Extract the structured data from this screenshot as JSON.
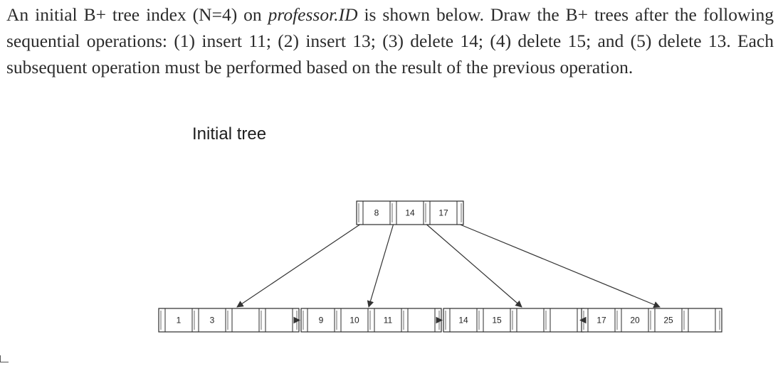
{
  "question": {
    "part1": "An initial B+ tree index (N=4) on ",
    "emph": "professor.ID",
    "part2": " is shown below. Draw the B+ trees after the following sequential operations: (1) insert 11; (2) insert 13; (3) delete 14; (4) delete 15; and (5) delete 13. Each subsequent operation must be performed based on the result of the previous operation."
  },
  "caption": "Initial tree",
  "tree": {
    "root": {
      "keys": [
        "8",
        "14",
        "17"
      ]
    },
    "leaves": [
      {
        "keys": [
          "1",
          "3",
          "",
          ""
        ]
      },
      {
        "keys": [
          "9",
          "10",
          "11",
          ""
        ]
      },
      {
        "keys": [
          "14",
          "15",
          "",
          ""
        ]
      },
      {
        "keys": [
          "17",
          "20",
          "25",
          ""
        ]
      }
    ]
  },
  "colors": {
    "ink": "#2b2b2b",
    "text": "#222222"
  }
}
